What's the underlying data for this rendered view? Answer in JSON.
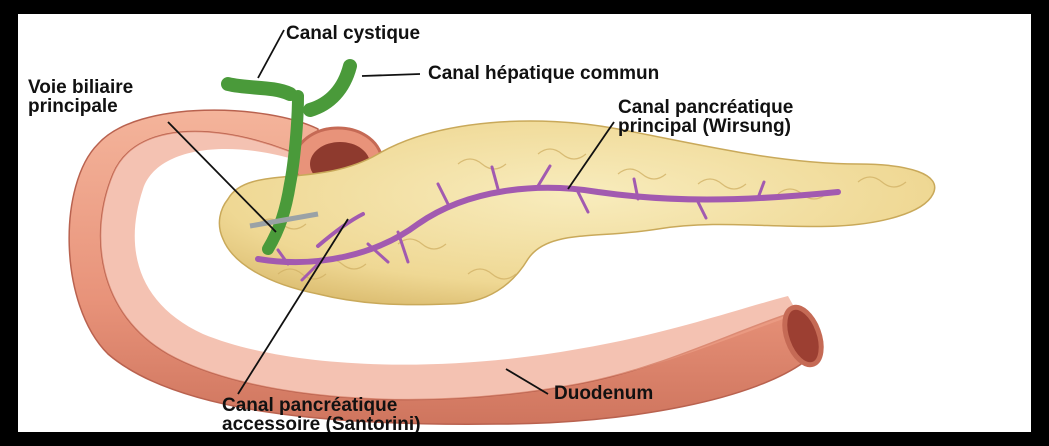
{
  "labels": {
    "canal_cystique": "Canal cystique",
    "canal_hepatique": "Canal hépatique commun",
    "voie_biliaire": [
      "Voie biliaire",
      "principale"
    ],
    "wirsung": [
      "Canal pancréatique",
      "principal (Wirsung)"
    ],
    "duodenum": "Duodenum",
    "santorini": [
      "Canal pancréatique",
      "accessoire (Santorini)"
    ]
  },
  "colors": {
    "background": "#ffffff",
    "border": "#000000",
    "duodenum": "#e89a7f",
    "duodenum_dark": "#c56a55",
    "pancreas": "#f2dfa0",
    "pancreas_dark": "#d9bd6f",
    "bile_duct": "#4a9a3a",
    "pancreatic_duct": "#a25ab0",
    "leader_line": "#111111"
  }
}
